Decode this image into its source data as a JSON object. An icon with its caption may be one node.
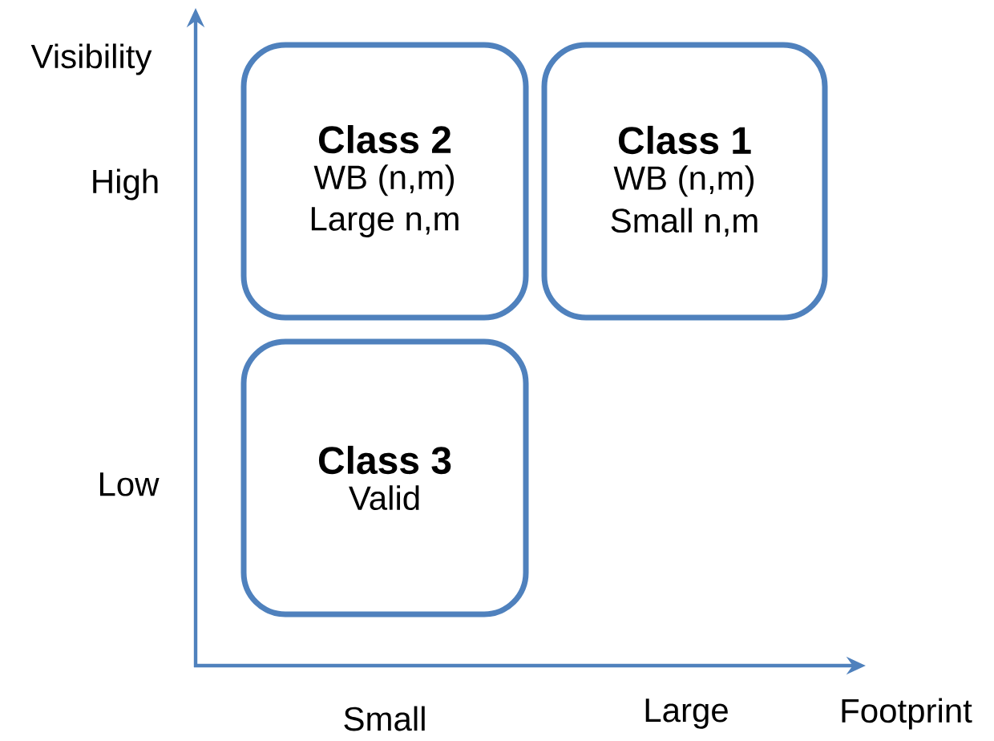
{
  "diagram": {
    "nodes": [
      {
        "text": [
          "Class 2",
          "WB (n,m)",
          "Large n,m"
        ]
      },
      {
        "text": [
          "Class 1",
          "WB (n,m)",
          "Small n,m"
        ]
      },
      {
        "text": [
          "Class 3",
          "Valid"
        ]
      }
    ],
    "labels": [
      "Visibility",
      "High",
      "Low",
      "Small",
      "Large",
      "Footprint"
    ]
  }
}
